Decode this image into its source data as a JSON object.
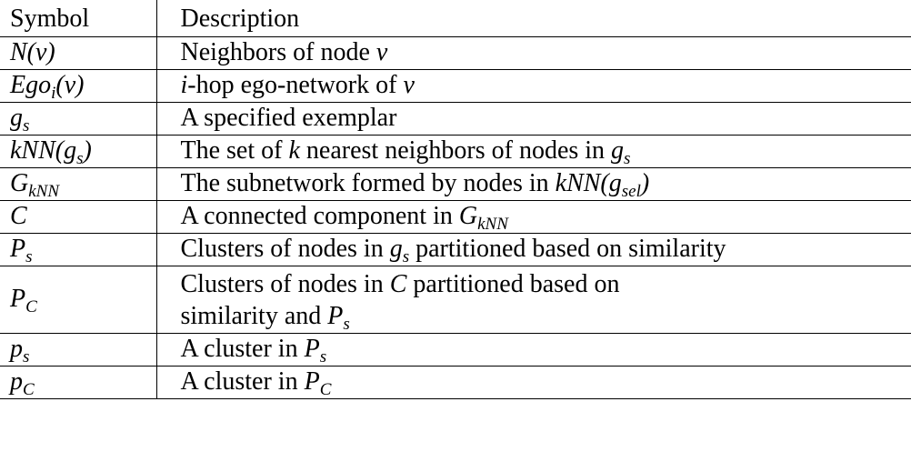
{
  "header": {
    "symbol": "Symbol",
    "description": "Description"
  },
  "rows": [
    {
      "symbol": "N(v)",
      "description": [
        "Neighbors of node ",
        "v"
      ]
    },
    {
      "symbol": [
        "Ego",
        "i",
        "(v)"
      ],
      "description": [
        "i",
        "-hop ego-network of ",
        "v"
      ]
    },
    {
      "symbol": [
        "g",
        "s"
      ],
      "description": "A specified exemplar"
    },
    {
      "symbol": [
        "kNN(g",
        "s",
        ")"
      ],
      "description": [
        "The set of ",
        "k",
        " nearest neighbors of nodes in ",
        "g",
        "s"
      ]
    },
    {
      "symbol": [
        "G",
        "kNN"
      ],
      "description": [
        "The subnetwork formed by nodes in ",
        "kNN(g",
        "sel",
        ")"
      ]
    },
    {
      "symbol": "C",
      "description": [
        "A connected component in ",
        "G",
        "kNN"
      ]
    },
    {
      "symbol": [
        "P",
        "s"
      ],
      "description": [
        "Clusters of nodes in ",
        "g",
        "s",
        " partitioned based on similarity"
      ]
    },
    {
      "symbol": [
        "P",
        "C"
      ],
      "description": [
        "Clusters of nodes in ",
        "C",
        " partitioned based on",
        "similarity and ",
        "P",
        "s"
      ]
    },
    {
      "symbol": [
        "p",
        "s"
      ],
      "description": [
        "A cluster in ",
        "P",
        "s"
      ]
    },
    {
      "symbol": [
        "p",
        "C"
      ],
      "description": [
        "A cluster in ",
        "P",
        "C"
      ]
    }
  ]
}
